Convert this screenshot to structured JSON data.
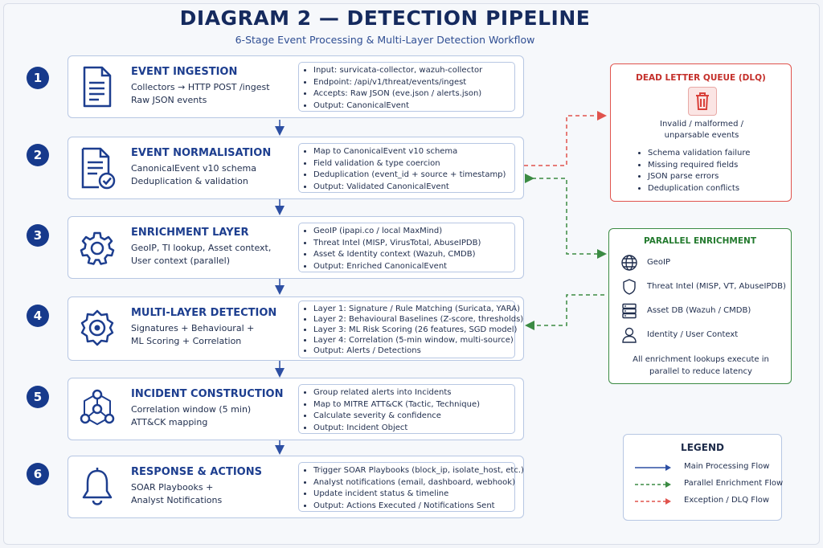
{
  "title": "DIAGRAM 2 — DETECTION PIPELINE",
  "subtitle": "6-Stage Event Processing & Multi-Layer Detection Workflow",
  "stages": [
    {
      "num": "1",
      "name": "EVENT INGESTION",
      "desc": [
        "Collectors → HTTP POST /ingest",
        "Raw JSON events"
      ],
      "icon": "document-icon",
      "details": [
        "Input: survicata-collector, wazuh-collector",
        "Endpoint: /api/v1/threat/events/ingest",
        "Accepts: Raw JSON (eve.json / alerts.json)",
        "Output: CanonicalEvent"
      ]
    },
    {
      "num": "2",
      "name": "EVENT NORMALISATION",
      "desc": [
        "CanonicalEvent v10 schema",
        "Deduplication & validation"
      ],
      "icon": "document-check-icon",
      "details": [
        "Map to CanonicalEvent v10 schema",
        "Field validation & type coercion",
        "Deduplication (event_id + source + timestamp)",
        "Output: Validated CanonicalEvent"
      ]
    },
    {
      "num": "3",
      "name": "ENRICHMENT LAYER",
      "desc": [
        "GeoIP, TI lookup, Asset context,",
        "User context (parallel)"
      ],
      "icon": "gear-icon",
      "details": [
        "GeoIP (ipapi.co / local MaxMind)",
        "Threat Intel (MISP, VirusTotal, AbuseIPDB)",
        "Asset & Identity context (Wazuh, CMDB)",
        "Output: Enriched CanonicalEvent"
      ]
    },
    {
      "num": "4",
      "name": "MULTI-LAYER DETECTION",
      "desc": [
        "Signatures + Behavioural +",
        "ML Scoring + Correlation"
      ],
      "icon": "detection-badge-icon",
      "details": [
        "Layer 1: Signature / Rule Matching (Suricata, YARA)",
        "Layer 2: Behavioural Baselines (Z-score, thresholds)",
        "Layer 3: ML Risk Scoring (26 features, SGD model)",
        "Layer 4: Correlation (5-min window, multi-source)",
        "Output: Alerts / Detections"
      ]
    },
    {
      "num": "5",
      "name": "INCIDENT CONSTRUCTION",
      "desc": [
        "Correlation window (5 min)",
        "ATT&CK mapping"
      ],
      "icon": "network-nodes-icon",
      "details": [
        "Group related alerts into Incidents",
        "Map to MITRE ATT&CK (Tactic, Technique)",
        "Calculate severity & confidence",
        "Output: Incident Object"
      ]
    },
    {
      "num": "6",
      "name": "RESPONSE & ACTIONS",
      "desc": [
        "SOAR Playbooks +",
        "Analyst Notifications"
      ],
      "icon": "bell-icon",
      "details": [
        "Trigger SOAR Playbooks (block_ip, isolate_host, etc.)",
        "Analyst notifications (email, dashboard, webhook)",
        "Update incident status & timeline",
        "Output: Actions Executed / Notifications Sent"
      ]
    }
  ],
  "dlq": {
    "title": "DEAD LETTER QUEUE (DLQ)",
    "icon": "trash-icon",
    "desc": [
      "Invalid / malformed /",
      "unparsable events"
    ],
    "items": [
      "Schema validation failure",
      "Missing required fields",
      "JSON parse errors",
      "Deduplication conflicts"
    ],
    "color": "#e0534d"
  },
  "parallel": {
    "title": "PARALLEL ENRICHMENT",
    "items": [
      {
        "label": "GeoIP",
        "icon": "globe-icon"
      },
      {
        "label": "Threat Intel (MISP, VT, AbuseIPDB)",
        "icon": "shield-icon"
      },
      {
        "label": "Asset DB (Wazuh / CMDB)",
        "icon": "server-icon"
      },
      {
        "label": "Identity / User Context",
        "icon": "user-icon"
      }
    ],
    "note": [
      "All enrichment lookups execute in",
      "parallel to reduce latency"
    ],
    "color": "#3b8b43"
  },
  "legend": {
    "title": "LEGEND",
    "items": [
      {
        "label": "Main Processing Flow",
        "style": "solid",
        "color": "#2d4fa3"
      },
      {
        "label": "Parallel Enrichment Flow",
        "style": "dashed",
        "color": "#3b8b43"
      },
      {
        "label": "Exception / DLQ Flow",
        "style": "dashed",
        "color": "#e0534d"
      }
    ]
  },
  "colors": {
    "primary": "#173a8c",
    "stage_title": "#1d3e8f",
    "border": "#b7c7e3"
  }
}
